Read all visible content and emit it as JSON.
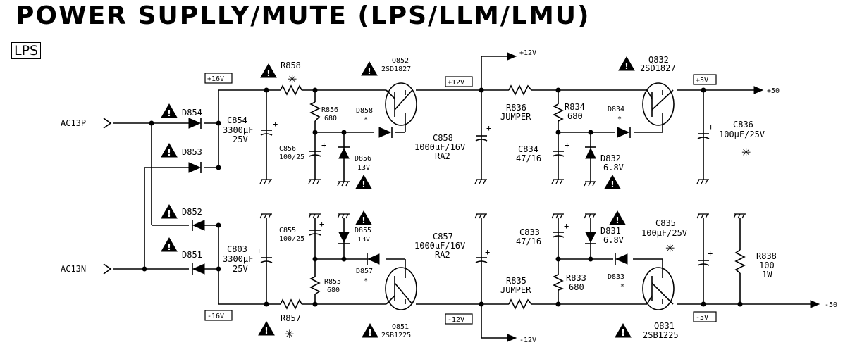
{
  "title": "POWER SUPLLY/MUTE (LPS/LLM/LMU)",
  "section_label": "LPS",
  "inputs": {
    "ac13p": "AC13P",
    "ac13n": "AC13N"
  },
  "outputs": {
    "p12": "+12V",
    "m12": "-12V",
    "p50": "+50",
    "m50": "-50"
  },
  "rails": {
    "p16": "+16V",
    "m16": "-16V",
    "p12": "+12V",
    "m12": "-12V",
    "p5": "+5V",
    "m5": "-5V"
  },
  "components": {
    "d854": "D854",
    "d853": "D853",
    "d852": "D852",
    "d851": "D851",
    "c854": [
      "C854",
      "3300µF",
      "25V"
    ],
    "c803": [
      "C803",
      "3300µF",
      "25V"
    ],
    "r858": "R858",
    "r857": "R857",
    "c856": [
      "C856",
      "100/25"
    ],
    "c855": [
      "C855",
      "100/25"
    ],
    "r856": [
      "R856",
      "680"
    ],
    "r855": [
      "R855",
      "680"
    ],
    "d858": "D858",
    "d857": "D857",
    "d856": [
      "D856",
      "13V"
    ],
    "d855": [
      "D855",
      "13V"
    ],
    "q852": [
      "Q852",
      "2SD1827"
    ],
    "q851": [
      "Q851",
      "2SB1225"
    ],
    "c858": [
      "C858",
      "1000µF/16V",
      "RA2"
    ],
    "c857": [
      "C857",
      "1000µF/16V",
      "RA2"
    ],
    "r836": [
      "R836",
      "JUMPER"
    ],
    "r835": [
      "R835",
      "JUMPER"
    ],
    "r834": [
      "R834",
      "680"
    ],
    "r833": [
      "R833",
      "680"
    ],
    "d834": "D834",
    "d833": "D833",
    "c834": [
      "C834",
      "47/16"
    ],
    "c833": [
      "C833",
      "47/16"
    ],
    "d832": [
      "D832",
      "6.8V"
    ],
    "d831": [
      "D831",
      "6.8V"
    ],
    "q832": [
      "Q832",
      "2SD1827"
    ],
    "q831": [
      "Q831",
      "2SB1225"
    ],
    "c836": [
      "C836",
      "100µF/25V"
    ],
    "c835": [
      "C835",
      "100µF/25V"
    ],
    "r838": [
      "R838",
      "100",
      "1W"
    ]
  },
  "marks": {
    "star": "✳",
    "small_star": "*",
    "warning": "!"
  }
}
